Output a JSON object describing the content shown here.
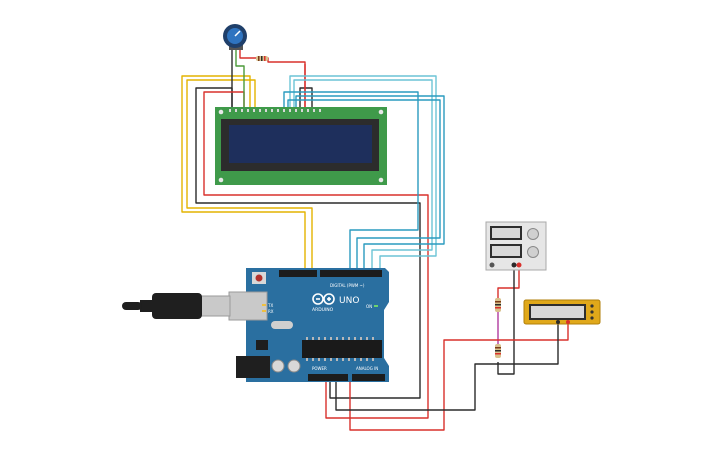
{
  "board": {
    "model_label": "UNO",
    "brand_label": "ARDUINO",
    "digital_header_label": "DIGITAL (PWM ~)",
    "power_header_label": "POWER",
    "analog_header_label": "ANALOG IN",
    "tx_label": "TX",
    "rx_label": "RX",
    "on_label": "ON"
  },
  "colors": {
    "board": "#2a6fa0",
    "lcd_pcb": "#3f9a4a",
    "lcd_screen": "#1e2f5c",
    "wire_red": "#d9302c",
    "wire_black": "#2b2b2b",
    "wire_yellow": "#e3b400",
    "wire_blue": "#2a9bbf",
    "wire_cyan": "#6cc4d6",
    "wire_green": "#4c9a3a",
    "wire_magenta": "#b03aa0",
    "meter_frame": "#e0a81a"
  },
  "components": [
    "potentiometer",
    "resistor",
    "lcd-16x2",
    "arduino-uno",
    "usb-cable",
    "power-supply",
    "multimeter",
    "resistor-series"
  ]
}
